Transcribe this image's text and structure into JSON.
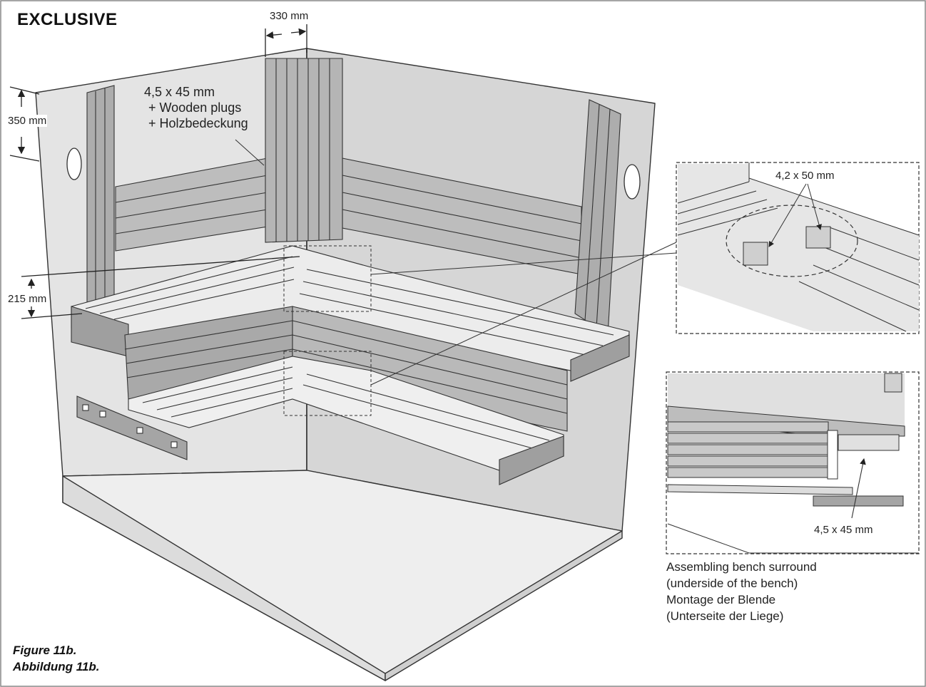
{
  "title": "EXCLUSIVE",
  "dimensions": {
    "top_width": "330 mm",
    "backrest_height": "350 mm",
    "bench_height": "215 mm"
  },
  "screw_note": {
    "line1": "4,5 x 45 mm",
    "line2": "+ Wooden plugs",
    "line3": "+ Holzbedeckung"
  },
  "detail_top": {
    "label": "4,2 x 50 mm"
  },
  "detail_bottom": {
    "label": "4,5 x 45 mm"
  },
  "caption": {
    "line1": "Assembling bench surround",
    "line2": "(underside of the bench)",
    "line3": "Montage der Blende",
    "line4": "(Unterseite der Liege)"
  },
  "figure": {
    "en": "Figure 11b.",
    "de": "Abbildung 11b."
  }
}
